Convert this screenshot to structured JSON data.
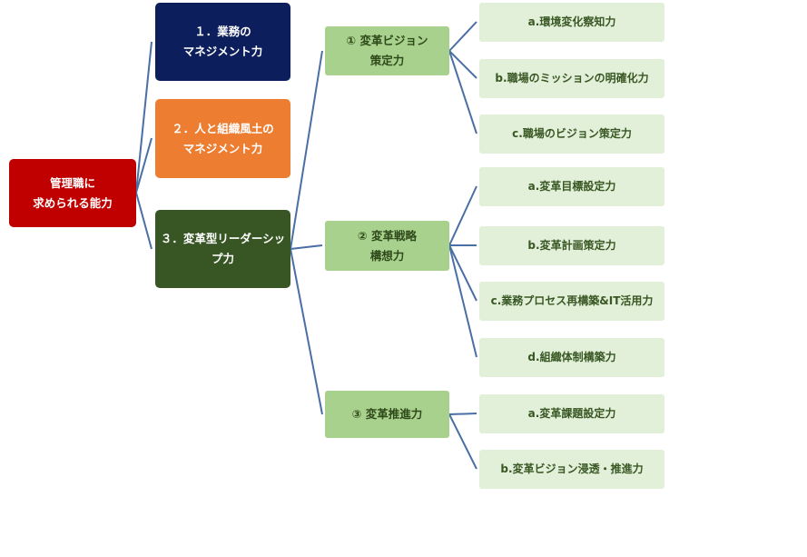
{
  "root": {
    "label": "管理職に\n求められる能力"
  },
  "competencies": [
    {
      "label": "１．業務の\nマネジメント力",
      "color": "#0c1f5c"
    },
    {
      "label": "２．人と組織風土の\nマネジメント力",
      "color": "#ed7d31"
    },
    {
      "label": "３．変革型リーダーシッ\nプ力",
      "color": "#375623"
    }
  ],
  "leadership_skills": [
    {
      "label": "①  変革ビジョン\n策定力",
      "sub_skills": [
        "a.環境変化察知力",
        "b.職場のミッションの明確化力",
        "c.職場のビジョン策定力"
      ]
    },
    {
      "label": "②  変革戦略\n構想力",
      "sub_skills": [
        "a.変革目標設定力",
        "b.変革計画策定力",
        "c.業務プロセス再構築&IT活用力",
        "d.組織体制構築力"
      ]
    },
    {
      "label": "③  変革推進力",
      "sub_skills": [
        "a.変革課題設定力",
        "b.変革ビジョン浸透・推進力"
      ]
    }
  ],
  "colors": {
    "root": "#c00000",
    "mid": "#a9d18e",
    "leaf": "#e2efd9",
    "connector": "#4a6fa5"
  }
}
